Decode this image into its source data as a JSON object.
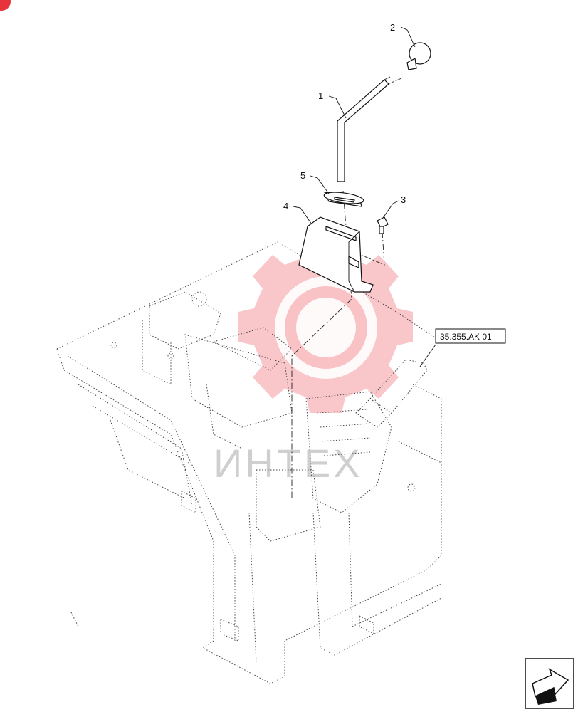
{
  "callouts": [
    {
      "id": "1",
      "label": "1"
    },
    {
      "id": "2",
      "label": "2"
    },
    {
      "id": "3",
      "label": "3"
    },
    {
      "id": "4",
      "label": "4"
    },
    {
      "id": "5",
      "label": "5"
    }
  ],
  "reference": {
    "label": "35.355.AK 01"
  },
  "watermark": {
    "text": "ИНТЕХ",
    "color": "#e8323c"
  },
  "corner_badge": {
    "color": "#e8323c"
  },
  "nav": {
    "icon": "next-page-arrow-icon"
  }
}
